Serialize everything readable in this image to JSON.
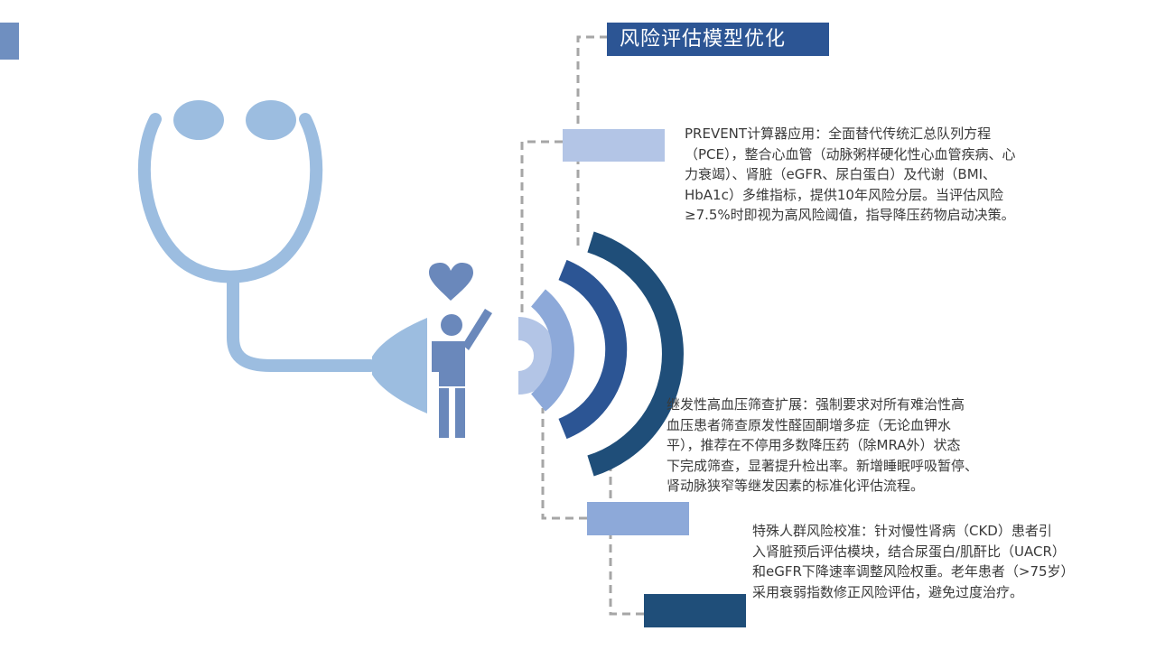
{
  "title": "风险评估模型优化",
  "items": [
    {
      "text": "PREVENT计算器应用：全面替代传统汇总队列方程（PCE），整合心血管（动脉粥样硬化性心血管疾病、心力衰竭）、肾脏（eGFR、尿白蛋白）及代谢（BMI、HbA1c）多维指标，提供10年风险分层。当评估风险≥7.5%时即视为高风险阈值，指导降压药物启动决策。",
      "lines": [
        "PREVENT计算器应用：全面替代传统汇总队列方程",
        "（PCE），整合心血管（动脉粥样硬化性心血管疾病、心",
        "力衰竭）、肾脏（eGFR、尿白蛋白）及代谢（BMI、",
        "HbA1c）多维指标，提供10年风险分层。当评估风险",
        "≥7.5%时即视为高风险阈值，指导降压药物启动决策。"
      ],
      "box_color": "#b3c5e6"
    },
    {
      "text": "继发性高血压筛查扩展：强制要求对所有难治性高血压患者筛查原发性醛固酮增多症（无论血钾水平），推荐在不停用多数降压药（除MRA外）状态下完成筛查，显著提升检出率。新增睡眠呼吸暂停、肾动脉狭窄等继发因素的标准化评估流程。",
      "lines": [
        "继发性高血压筛查扩展：强制要求对所有难治性高",
        "血压患者筛查原发性醛固酮增多症（无论血钾水",
        "平），推荐在不停用多数降压药（除MRA外）状态",
        "下完成筛查，显著提升检出率。新增睡眠呼吸暂停、",
        "肾动脉狭窄等继发因素的标准化评估流程。"
      ],
      "box_color": "#8da9d9"
    },
    {
      "text": "特殊人群风险校准：针对慢性肾病（CKD）患者引入肾脏预后评估模块，结合尿蛋白/肌酐比（UACR）和eGFR下降速率调整风险权重。老年患者（>75岁）采用衰弱指数修正风险评估，避免过度治疗。",
      "lines": [
        "特殊人群风险校准：针对慢性肾病（CKD）患者引",
        "入肾脏预后评估模块，结合尿蛋白/肌酐比（UACR）",
        "和eGFR下降速率调整风险权重。老年患者（>75岁）",
        "采用衰弱指数修正风险评估，避免过度治疗。"
      ],
      "box_color": "#1f4e79"
    }
  ],
  "icons": [
    "stethoscope-icon",
    "heart-icon",
    "person-icon",
    "sound-wave-icon"
  ],
  "colors": {
    "title_bg": "#2c5594",
    "stethoscope": "#9cbde0",
    "person": "#6a88bb",
    "wave_1": "#b3c5e6",
    "wave_2": "#8da9d9",
    "wave_3": "#2c5594",
    "wave_4": "#1f4e79",
    "connector": "#a6a6a6"
  }
}
